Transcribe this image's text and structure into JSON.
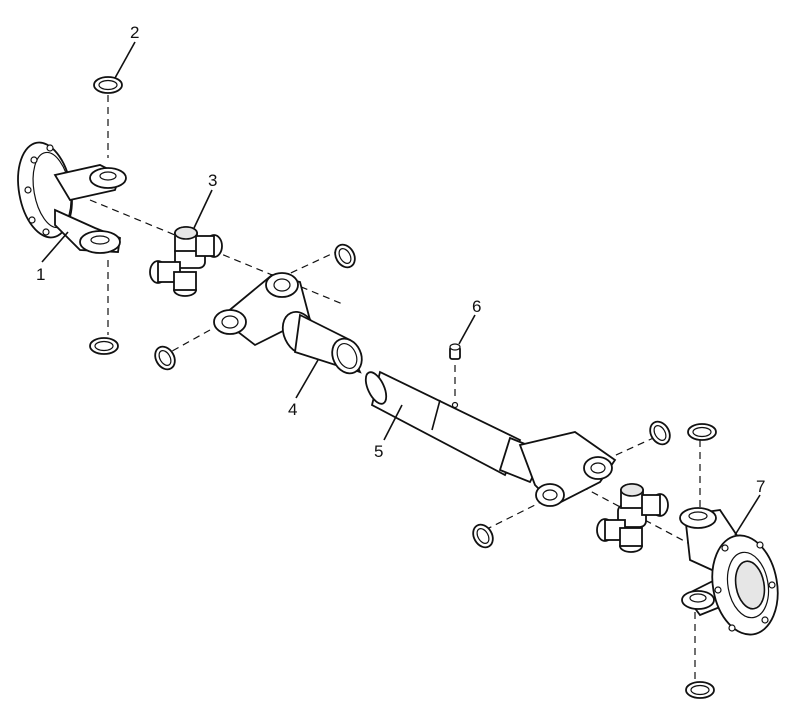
{
  "diagram": {
    "type": "exploded-parts-view",
    "callouts": [
      {
        "id": "c1",
        "label": "1"
      },
      {
        "id": "c2",
        "label": "2"
      },
      {
        "id": "c3",
        "label": "3"
      },
      {
        "id": "c4",
        "label": "4"
      },
      {
        "id": "c5",
        "label": "5"
      },
      {
        "id": "c6",
        "label": "6"
      },
      {
        "id": "c7",
        "label": "7"
      }
    ]
  }
}
